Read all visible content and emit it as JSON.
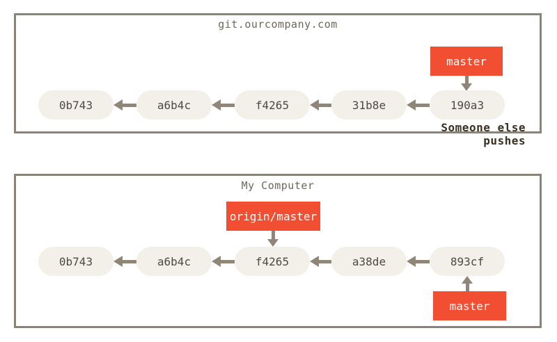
{
  "palette": {
    "accent": "#f14e32",
    "line": "#8f8678",
    "box_border": "#8b8376",
    "node_fill": "#f2f0e9",
    "node_text": "#4e4a43",
    "title_text": "#6c675e",
    "annotation_text": "#3b2f21",
    "label_text": "#ffffff",
    "background": "#ffffff"
  },
  "server": {
    "title": "git.ourcompany.com",
    "commits": [
      "0b743",
      "a6b4c",
      "f4265",
      "31b8e",
      "190a3"
    ],
    "branch_label": "master",
    "annotation": "Someone else pushes"
  },
  "local": {
    "title": "My Computer",
    "commits": [
      "0b743",
      "a6b4c",
      "f4265",
      "a38de",
      "893cf"
    ],
    "remote_label": "origin/master",
    "branch_label": "master"
  }
}
